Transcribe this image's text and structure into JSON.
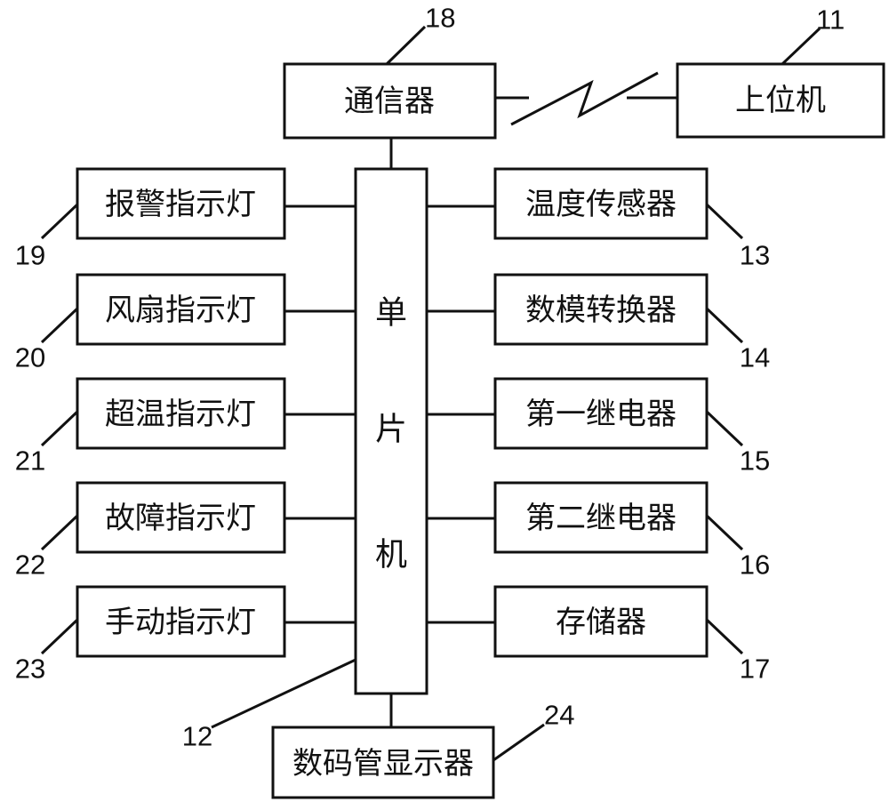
{
  "blocks": {
    "communicator": "通信器",
    "host": "上位机",
    "mcu": [
      "单",
      "片",
      "机"
    ],
    "alarm_light": "报警指示灯",
    "fan_light": "风扇指示灯",
    "overtemp_light": "超温指示灯",
    "fault_light": "故障指示灯",
    "manual_light": "手动指示灯",
    "temp_sensor": "温度传感器",
    "dac": "数模转换器",
    "relay1": "第一继电器",
    "relay2": "第二继电器",
    "memory": "存储器",
    "display": "数码管显示器"
  },
  "refs": {
    "communicator": "18",
    "host": "11",
    "mcu": "12",
    "temp_sensor": "13",
    "dac": "14",
    "relay1": "15",
    "relay2": "16",
    "memory": "17",
    "alarm_light": "19",
    "fan_light": "20",
    "overtemp_light": "21",
    "fault_light": "22",
    "manual_light": "23",
    "display": "24"
  }
}
